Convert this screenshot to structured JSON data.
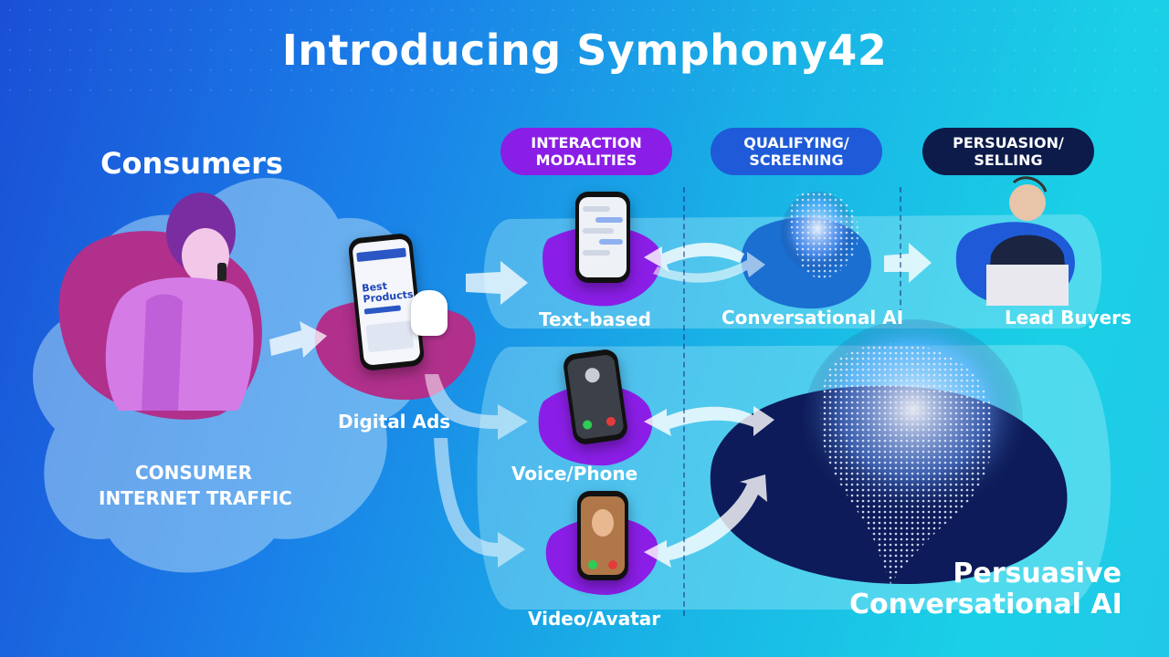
{
  "title": "Introducing Symphony42",
  "consumers_heading": "Consumers",
  "traffic_label_line1": "CONSUMER",
  "traffic_label_line2": "INTERNET TRAFFIC",
  "digital_ads_label": "Digital Ads",
  "ad_screen": {
    "headline_line1": "Best",
    "headline_line2": "Products"
  },
  "stages": [
    {
      "line1": "INTERACTION",
      "line2": "MODALITIES",
      "color": "#8a1ee6"
    },
    {
      "line1": "QUALIFYING/",
      "line2": "SCREENING",
      "color": "#1f5bd8"
    },
    {
      "line1": "PERSUASION/",
      "line2": "SELLING",
      "color": "#0d1b4a"
    }
  ],
  "modalities": [
    "Text-based",
    "Voice/Phone",
    "Video/Avatar"
  ],
  "conversational_ai_label": "Conversational AI",
  "lead_buyers_label": "Lead Buyers",
  "persuasive_line1": "Persuasive",
  "persuasive_line2": "Conversational AI",
  "colors": {
    "purple": "#8a1ee6",
    "magenta": "#b0308c",
    "navy": "#0d1b4a",
    "blue": "#1f5bd8"
  }
}
